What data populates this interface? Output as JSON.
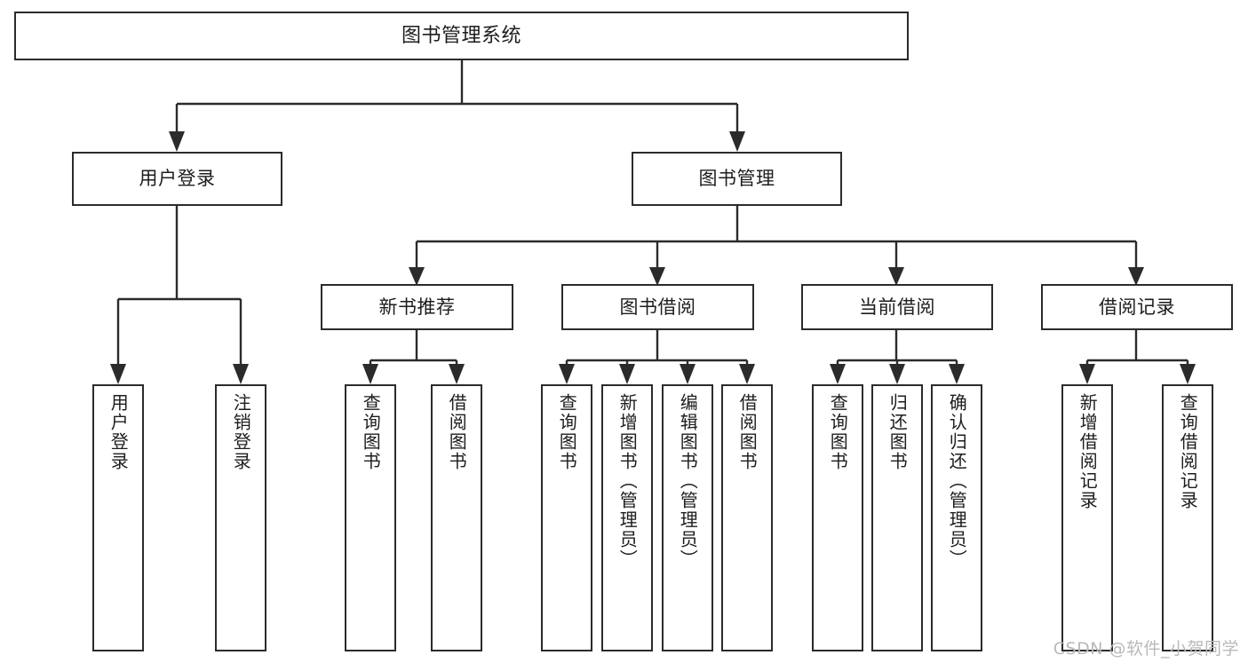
{
  "diagram": {
    "title": "图书管理系统",
    "type": "tree",
    "watermark": "CSDN @软件_小贺同学",
    "colors": {
      "box_border": "#2b2b2b",
      "box_fill": "#ffffff",
      "connector": "#2b2b2b",
      "text": "#1d1d1d",
      "watermark": "#b9b9b9",
      "background": "#ffffff"
    },
    "root": {
      "label": "图书管理系统"
    },
    "level2": [
      {
        "label": "用户登录"
      },
      {
        "label": "图书管理"
      }
    ],
    "level3": [
      {
        "label": "新书推荐"
      },
      {
        "label": "图书借阅"
      },
      {
        "label": "当前借阅"
      },
      {
        "label": "借阅记录"
      }
    ],
    "leaves": {
      "user_login": [
        {
          "label": "用户登录"
        },
        {
          "label": "注销登录"
        }
      ],
      "new_book_recommend": [
        {
          "label": "查询图书"
        },
        {
          "label": "借阅图书"
        }
      ],
      "book_borrow": [
        {
          "label": "查询图书"
        },
        {
          "label": "新增图书（管理员）"
        },
        {
          "label": "编辑图书（管理员）"
        },
        {
          "label": "借阅图书"
        }
      ],
      "current_borrow": [
        {
          "label": "查询图书"
        },
        {
          "label": "归还图书"
        },
        {
          "label": "确认归还（管理员）"
        }
      ],
      "borrow_record": [
        {
          "label": "新增借阅记录"
        },
        {
          "label": "查询借阅记录"
        }
      ]
    }
  }
}
